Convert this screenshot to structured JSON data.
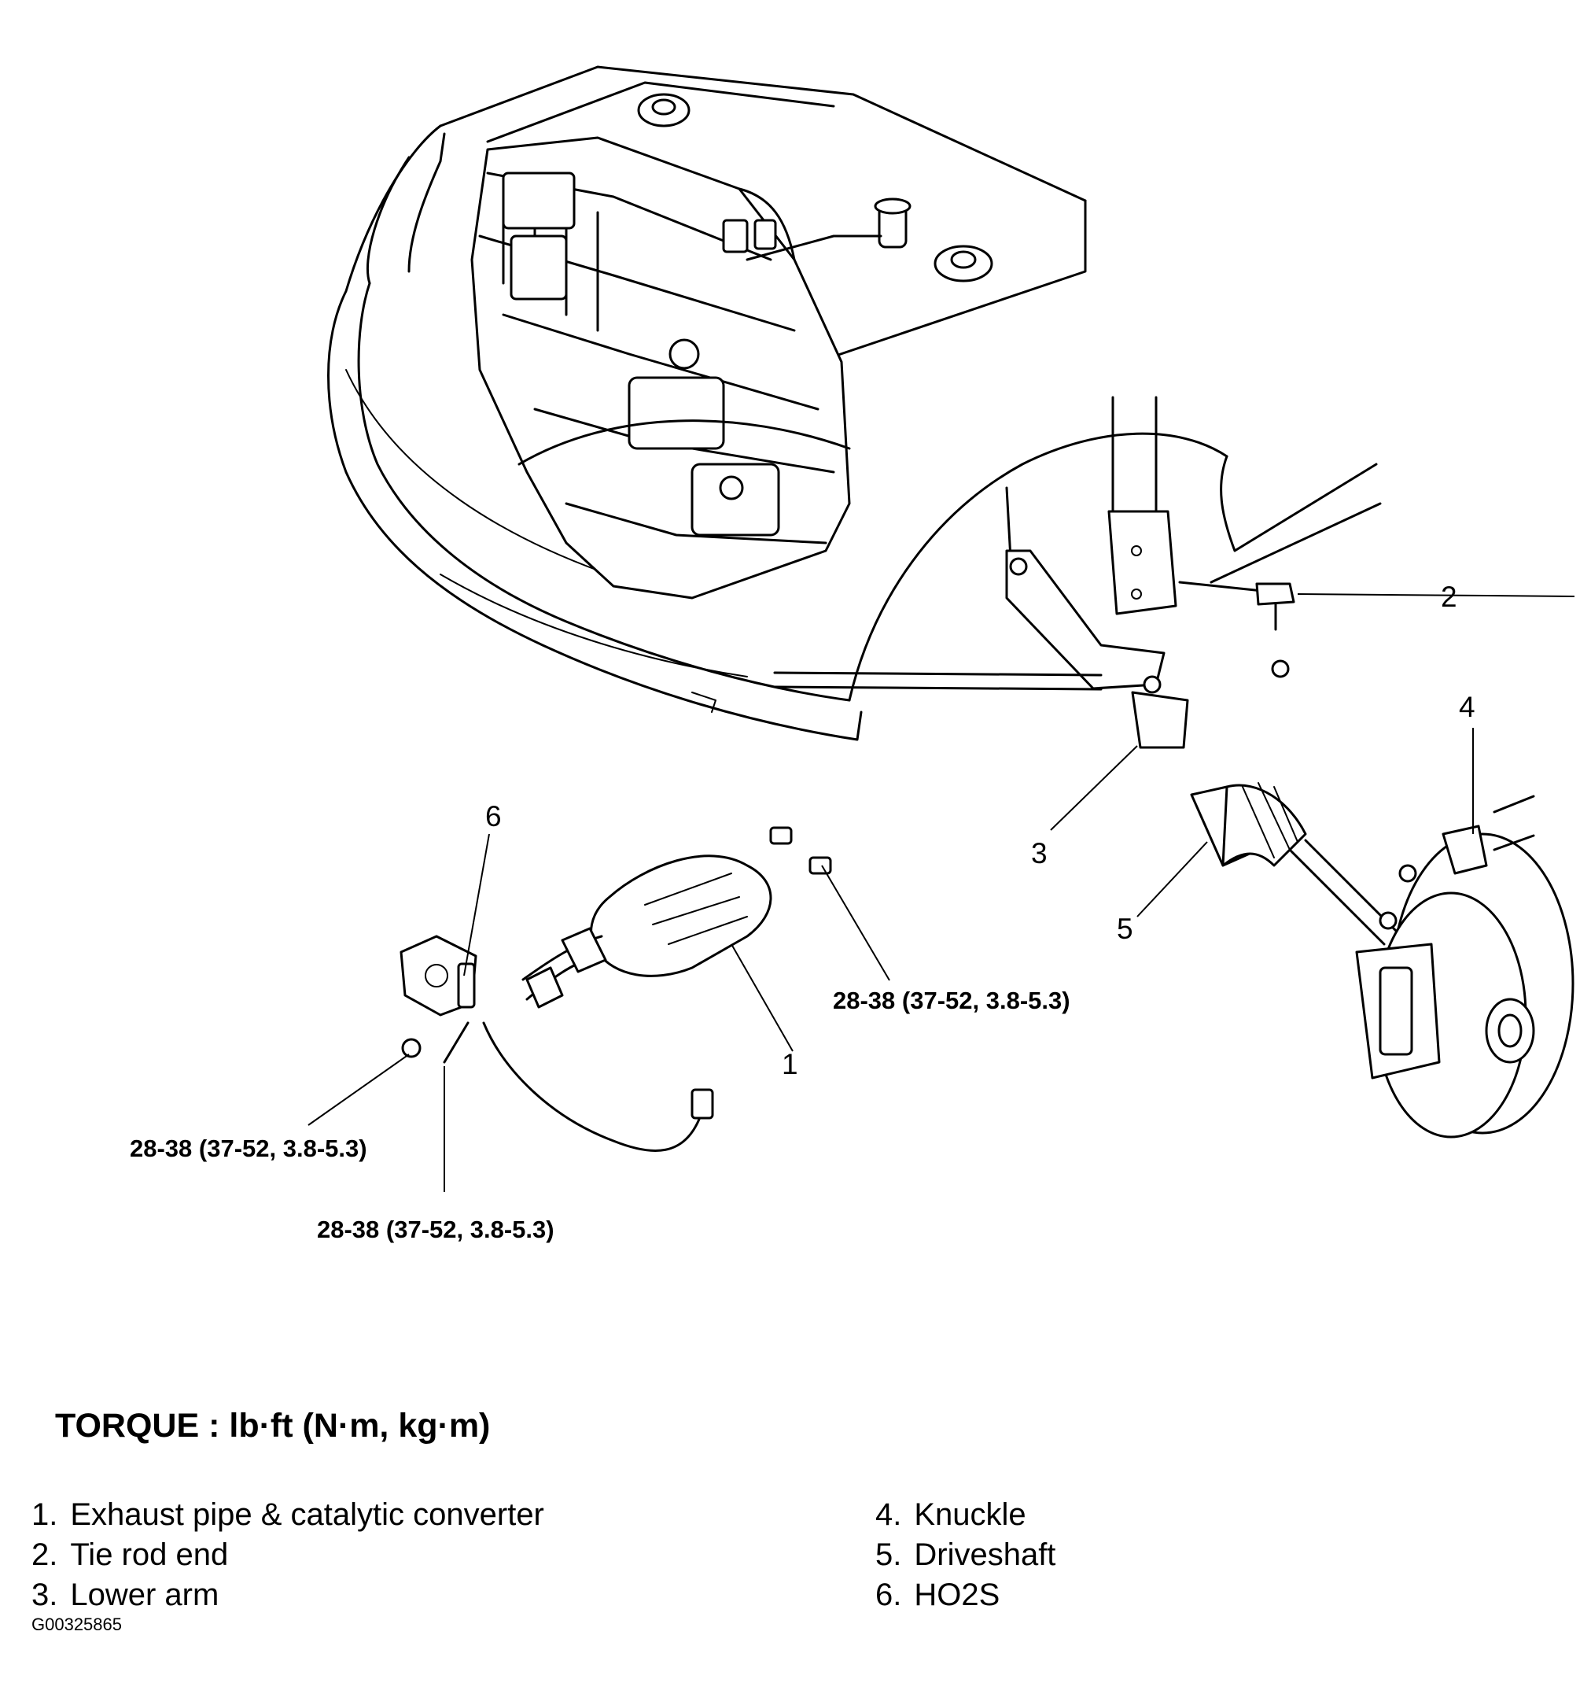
{
  "callouts": {
    "c1": "1",
    "c2": "2",
    "c3": "3",
    "c4": "4",
    "c5": "5",
    "c6": "6"
  },
  "torque_specs": {
    "converter_nuts": "28-38 (37-52, 3.8-5.3)",
    "flange_nut": "28-38 (37-52, 3.8-5.3)",
    "flange_stud": "28-38 (37-52, 3.8-5.3)"
  },
  "torque_heading": "TORQUE : lb·ft (N·m, kg·m)",
  "legend": {
    "left": [
      {
        "num": "1.",
        "label": "Exhaust pipe & catalytic converter"
      },
      {
        "num": "2.",
        "label": "Tie rod end"
      },
      {
        "num": "3.",
        "label": "Lower arm"
      }
    ],
    "right": [
      {
        "num": "4.",
        "label": "Knuckle"
      },
      {
        "num": "5.",
        "label": "Driveshaft"
      },
      {
        "num": "6.",
        "label": "HO2S"
      }
    ]
  },
  "figure_code": "G00325865"
}
